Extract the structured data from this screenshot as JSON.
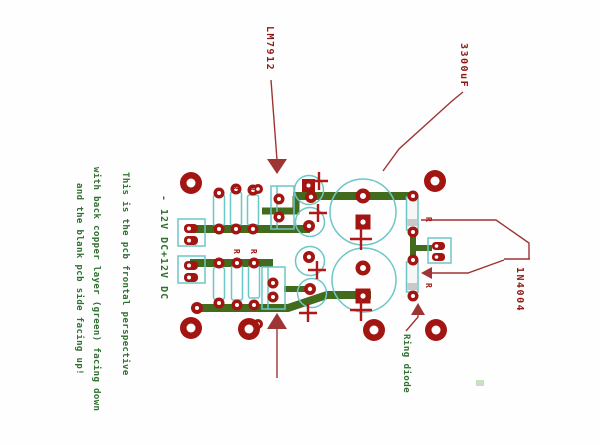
{
  "note": {
    "lines": [
      "This is the pcb frontal perspective",
      "with back copper layer (green) facing down",
      "and the blank pcb side facing up!"
    ]
  },
  "labels": {
    "regulator": "LM7912",
    "capacitor": "3300uF",
    "diode": "1N4004",
    "ring": "Ring diode",
    "rail_negative": "- 12V DC",
    "rail_positive": "+12V DC",
    "resistor_ref": "R"
  },
  "colors": {
    "trace_green": "#426b1e",
    "pad_red": "#a21511",
    "outline_teal": "#6cc7c7",
    "annotation_red": "#9e3434",
    "text_green": "#2f7030",
    "text_red": "#8c1a14",
    "background": "#fefefe"
  }
}
